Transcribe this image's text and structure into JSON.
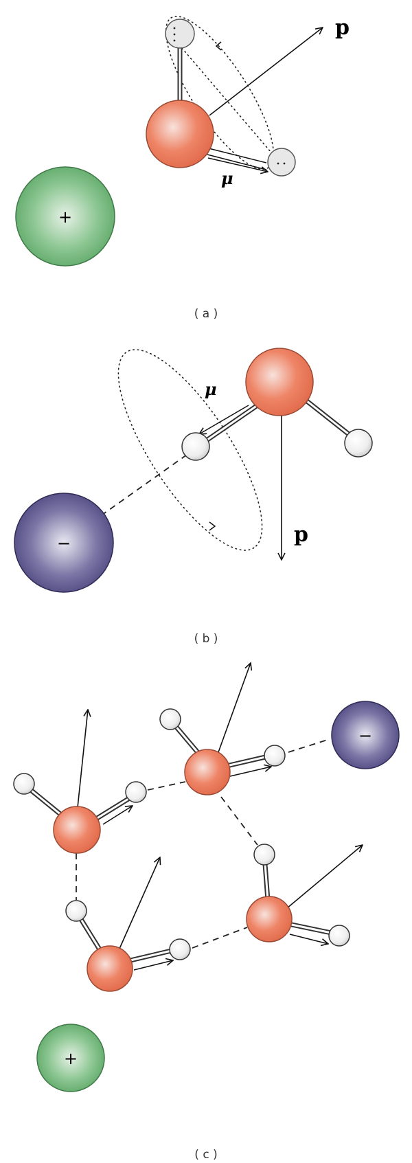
{
  "panels": [
    {
      "id": "a",
      "caption": "( a )",
      "p_label": "p",
      "mu_label": "μ",
      "ion_sign": "+"
    },
    {
      "id": "b",
      "caption": "( b )",
      "p_label": "p",
      "mu_label": "μ",
      "ion_sign": "−"
    },
    {
      "id": "c",
      "caption": "( c )",
      "ion_signs": [
        "−",
        "+"
      ]
    }
  ],
  "colors": {
    "oxygen": "#ee8466",
    "hydrogen": "#f2f2f2",
    "cation": "#6fb878",
    "anion": "#5a5488"
  }
}
